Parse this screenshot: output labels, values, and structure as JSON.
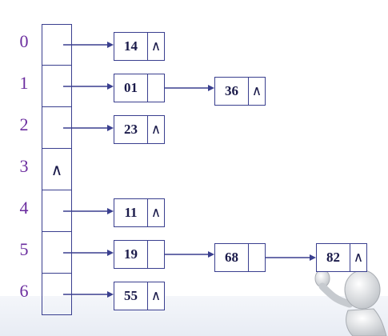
{
  "indices": [
    "0",
    "1",
    "2",
    "3",
    "4",
    "5",
    "6"
  ],
  "null_symbol": "∧",
  "chains": [
    [
      "14"
    ],
    [
      "01",
      "36"
    ],
    [
      "23"
    ],
    [],
    [
      "11"
    ],
    [
      "19",
      "68",
      "82"
    ],
    [
      "55"
    ]
  ],
  "colors": {
    "index_text": "#6a2c9e",
    "line": "#3a3f8f",
    "text": "#1a1a4a"
  },
  "icons": [
    "stick-figure-icon"
  ]
}
